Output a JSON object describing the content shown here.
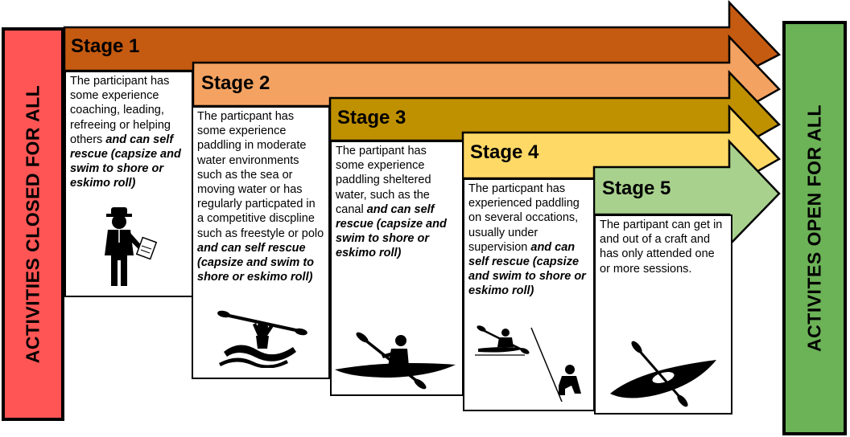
{
  "left_bar": {
    "label": "ACTIVITIES CLOSED FOR ALL",
    "color": "#ff5555"
  },
  "right_bar": {
    "label": "ACTIVITES OPEN FOR ALL",
    "color": "#6cb257"
  },
  "stages": [
    {
      "title": "Stage 1",
      "color": "#c55a11",
      "text": "The participant has some experience coaching, leading, refreeing or helping others",
      "emphasis": "and can self rescue (capsize and swim to shore or eskimo roll)",
      "icon": "coach-icon"
    },
    {
      "title": "Stage 2",
      "color": "#f4a261",
      "text": "The particpant has some experience paddling in moderate water environments such as the sea or moving water or has regularly particpated in a competitive discpline such as freestyle or polo",
      "emphasis": "and can self rescue (capsize and swim to shore or eskimo roll)",
      "icon": "kayak-whitewater-icon"
    },
    {
      "title": "Stage 3",
      "color": "#bf9000",
      "text": "The partipant has some experience paddling sheltered water, such as the canal",
      "emphasis": "and can self rescue (capsize and swim to shore or eskimo roll)",
      "icon": "kayak-paddler-icon"
    },
    {
      "title": "Stage 4",
      "color": "#ffd966",
      "text": "The particpant has experienced paddling on several occations, usually under supervision",
      "emphasis": "and can self rescue (capsize and swim to shore or eskimo roll)",
      "icon": "supervised-kayak-icon"
    },
    {
      "title": "Stage 5",
      "color": "#a9d18e",
      "text": "The partipant can get in and out of a craft and has only attended one or more sessions.",
      "emphasis": "",
      "icon": "kayak-icon"
    }
  ]
}
